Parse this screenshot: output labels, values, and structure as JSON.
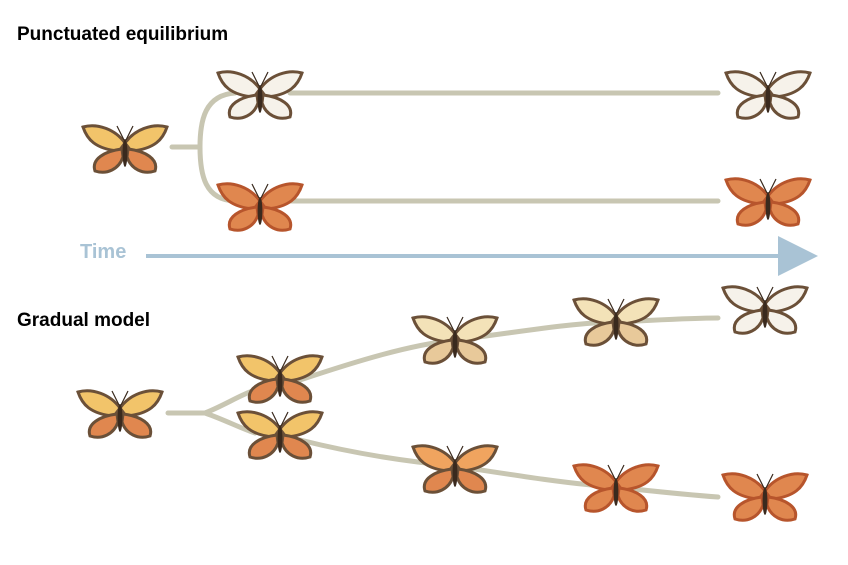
{
  "titles": {
    "punctuated": "Punctuated equilibrium",
    "gradual": "Gradual model"
  },
  "time_label": "Time",
  "colors": {
    "branch": "#c8c6b2",
    "time_arrow": "#a9c3d5",
    "dark_morph": "#6b5038",
    "orange_morph": "#e0874f",
    "yellow_band": "#f2c46a",
    "white_band": "#f6f2ea"
  },
  "butterflies": [
    {
      "id": "pe-ancestor",
      "morph": "yellow-banded"
    },
    {
      "id": "pe-upper-1",
      "morph": "white-banded"
    },
    {
      "id": "pe-lower-1",
      "morph": "orange"
    },
    {
      "id": "pe-upper-2",
      "morph": "white-banded"
    },
    {
      "id": "pe-lower-2",
      "morph": "orange"
    },
    {
      "id": "gm-ancestor",
      "morph": "yellow-banded"
    },
    {
      "id": "gm-upper-1",
      "morph": "yellow-banded"
    },
    {
      "id": "gm-upper-2",
      "morph": "pale-banded"
    },
    {
      "id": "gm-upper-3",
      "morph": "pale-banded"
    },
    {
      "id": "gm-upper-4",
      "morph": "white-banded"
    },
    {
      "id": "gm-lower-1",
      "morph": "yellow-banded"
    },
    {
      "id": "gm-lower-2",
      "morph": "orange-banded"
    },
    {
      "id": "gm-lower-3",
      "morph": "orange"
    },
    {
      "id": "gm-lower-4",
      "morph": "orange"
    }
  ]
}
